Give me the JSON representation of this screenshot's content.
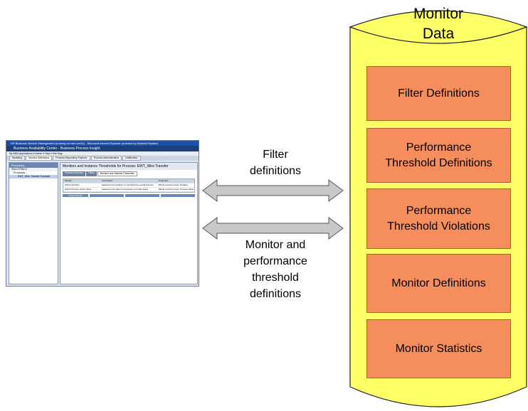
{
  "database": {
    "title_line1": "Monitor",
    "title_line2": "Data",
    "items": [
      {
        "line1": "Filter Definitions",
        "line2": ""
      },
      {
        "line1": "Performance",
        "line2": "Threshold Definitions"
      },
      {
        "line1": "Performance",
        "line2": "Threshold Violations"
      },
      {
        "line1": "Monitor Definitions",
        "line2": ""
      },
      {
        "line1": "Monitor Statistics",
        "line2": ""
      }
    ]
  },
  "connections": [
    {
      "label_lines": [
        "Filter",
        "definitions"
      ]
    },
    {
      "label_lines": [
        "Monitor and",
        "performance",
        "threshold",
        "definitions"
      ]
    }
  ],
  "colors": {
    "cylinder_fill": "#ffff66",
    "box_fill": "#f58d5c",
    "arrow_fill": "#c8c8c8"
  },
  "screenshot": {
    "window_title": "HP Business Service Management (running on bsm-vm01) - Microsoft Internet Explorer provided by Hewlett-Packard",
    "banner": "Business Availability Center - Business Process Insight",
    "menu": "My BSM    Applications ▾    Admin ▾    Help ▾    Site Map",
    "tabs": [
      "Modeling",
      "Monitor Definitions",
      "Process Repository Explorer",
      "Process Administration",
      "Notification"
    ],
    "left_panel": {
      "header": "Processes",
      "tools": "View ▾   Filter ▾",
      "tree": [
        "Processes",
        "EWT_Wire Transfer Example"
      ]
    },
    "main_title": "Monitors and Instance Thresholds for Process: EWT_Wire Transfer",
    "subtabs": [
      "Process Summary",
      "Filters",
      "Monitors and Instance Thresholds"
    ],
    "table_headers": [
      "Monitor",
      "Description",
      "Properties"
    ],
    "table_rows": [
      [
        "Whole Duration",
        "Measures the duration to complete the overall process",
        "Whole process scope, Duration"
      ],
      [
        "Whole Process Active Value",
        "Measures the value of processes currently active",
        "Whole process scope, Process Value"
      ]
    ],
    "create_button": "Create Monitor"
  }
}
